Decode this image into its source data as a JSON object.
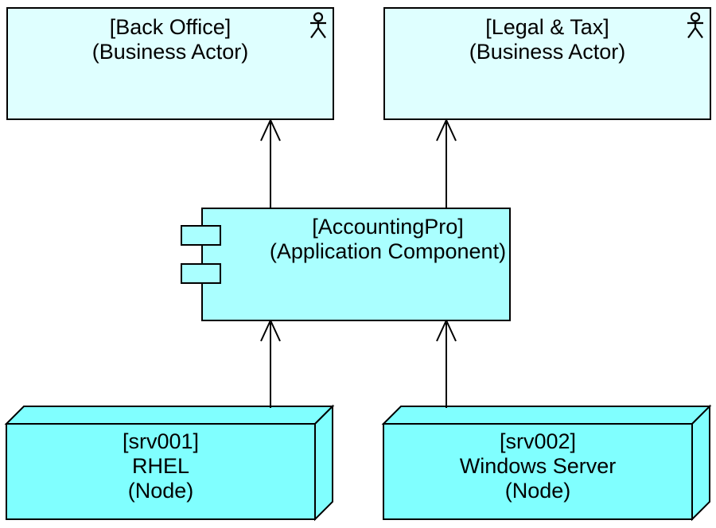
{
  "colors": {
    "canvas_bg": "#FFFFFF",
    "business_actor_fill": "#DFFFFF",
    "application_component_fill": "#AAFFFF",
    "node_fill": "#80FFFF",
    "outline": "#000000",
    "text": "#000000"
  },
  "elements": {
    "back_office": {
      "name": "[Back Office]",
      "type": "(Business Actor)"
    },
    "legal_tax": {
      "name": "[Legal & Tax]",
      "type": "(Business Actor)"
    },
    "accounting_pro": {
      "name": "[AccountingPro]",
      "type": "(Application Component)"
    },
    "srv001": {
      "name": "[srv001]",
      "os": "RHEL",
      "type": "(Node)"
    },
    "srv002": {
      "name": "[srv002]",
      "os": "Windows Server",
      "type": "(Node)"
    }
  },
  "relations": [
    {
      "from": "[AccountingPro]",
      "to": "[Back Office]",
      "style": "solid-line-open-arrowhead"
    },
    {
      "from": "[AccountingPro]",
      "to": "[Legal & Tax]",
      "style": "solid-line-open-arrowhead"
    },
    {
      "from": "[srv001]",
      "to": "[AccountingPro]",
      "style": "solid-line-open-arrowhead"
    },
    {
      "from": "[srv002]",
      "to": "[AccountingPro]",
      "style": "solid-line-open-arrowhead"
    }
  ]
}
